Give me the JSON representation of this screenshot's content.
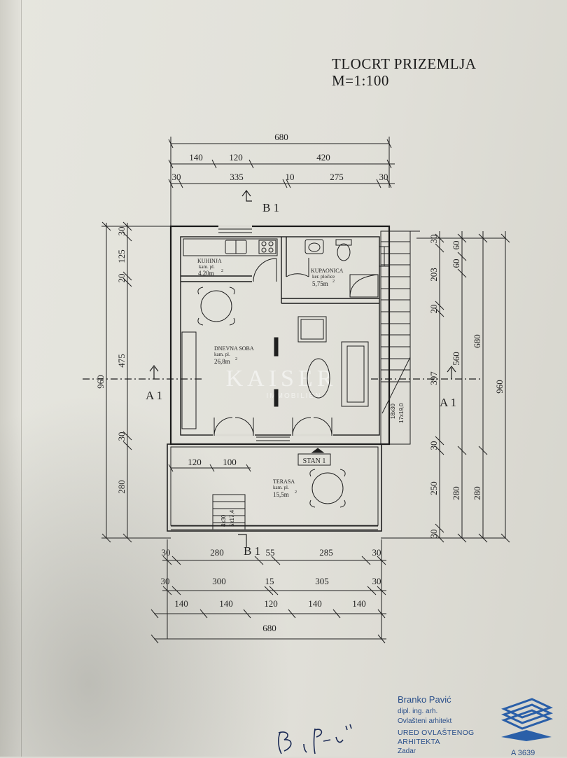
{
  "title": {
    "line1": "TLOCRT PRIZEMLJA",
    "line2": "M=1:100"
  },
  "rooms": {
    "kuhinja": {
      "name": "KUHINJA",
      "floor": "kam. pl.",
      "area": "4,20m",
      "sup": "2"
    },
    "kupaonica": {
      "name": "KUPAONICA",
      "floor": "ker. pločice",
      "area": "5,75m",
      "sup": "2"
    },
    "dnevna": {
      "name": "DNEVNA SOBA",
      "floor": "kam. pl.",
      "area": "26,8m",
      "sup": "2"
    },
    "terasa": {
      "name": "TERASA",
      "floor": "kam. pl.",
      "area": "15,5m",
      "sup": "2"
    }
  },
  "unit_label": "STAN 1",
  "sections": {
    "b_top": "B 1",
    "b_bottom": "B 1",
    "a_left": "A 1",
    "a_right": "A 1"
  },
  "dims_top": {
    "row1": "680",
    "row2": [
      "140",
      "120",
      "420"
    ],
    "row3": [
      "30",
      "335",
      "10",
      "275",
      "30"
    ]
  },
  "dims_bottom": {
    "row1": [
      "30",
      "280",
      "55",
      "285",
      "30"
    ],
    "row2": [
      "30",
      "300",
      "15",
      "305",
      "30"
    ],
    "row3": [
      "140",
      "140",
      "120",
      "140",
      "140"
    ],
    "row4": "680"
  },
  "dims_terrace": [
    "120",
    "100"
  ],
  "dims_left": {
    "outer": "960",
    "inner": [
      "30",
      "125",
      "20",
      "475",
      "30",
      "280"
    ]
  },
  "dims_right": {
    "col1": [
      "30",
      "203",
      "20",
      "397",
      "30",
      "250",
      "30"
    ],
    "col2": [
      "60",
      "560",
      "280"
    ],
    "col2b": "60",
    "col3": "680",
    "col3b": "280",
    "col4": "960"
  },
  "stairs": {
    "s1": "18x30",
    "s2": "17x19,0",
    "t1": "4x30",
    "t2": "5x17,4"
  },
  "watermark": {
    "brand": "KAISER",
    "sub": "IMMOBILIEN"
  },
  "stamp": {
    "name": "Branko Pavić",
    "degree": "dipl. ing. arh.",
    "role": "Ovlašteni arhitekt",
    "office1": "URED OVLAŠTENOG",
    "office2": "ARHITEKTA",
    "city": "Zadar",
    "number": "A 3639"
  },
  "signature": "B. P-i'"
}
